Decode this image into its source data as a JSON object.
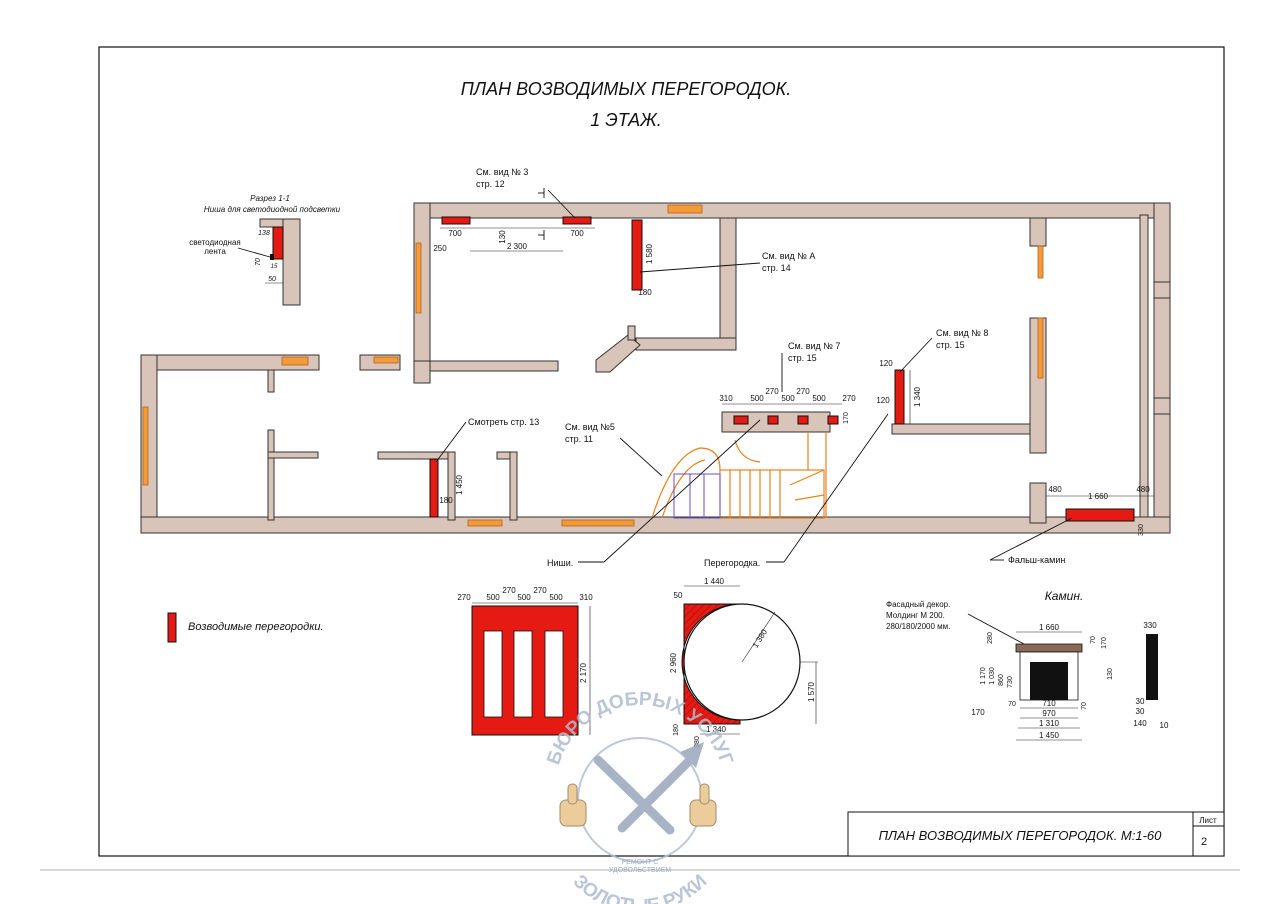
{
  "title": {
    "line1": "ПЛАН ВОЗВОДИМЫХ ПЕРЕГОРОДОК.",
    "line2": "1 ЭТАЖ."
  },
  "section": {
    "title": "Разрез 1-1",
    "subtitle": "Ниша для светодиодной подсветки",
    "led_label_1": "светодиодная",
    "led_label_2": "лента",
    "d138": "138",
    "d70": "70",
    "d15": "15",
    "d50": "50"
  },
  "callouts": {
    "view3": {
      "line1": "См. вид № 3",
      "line2": "стр. 12"
    },
    "viewA": {
      "line1": "См. вид № А",
      "line2": "стр. 14"
    },
    "view7": {
      "line1": "См. вид № 7",
      "line2": "стр. 15"
    },
    "view8": {
      "line1": "См. вид № 8",
      "line2": "стр. 15"
    },
    "view5": {
      "line1": "См. вид №5",
      "line2": "стр. 11"
    },
    "see13": "Смотреть стр. 13",
    "niches": "Ниши.",
    "partition": "Перегородка.",
    "false_fireplace": "Фальш-камин"
  },
  "plan_dims": {
    "d700a": "700",
    "d130": "130",
    "d700b": "700",
    "d2300": "2 300",
    "d250": "250",
    "d1580": "1 580",
    "d180a": "180",
    "d310": "310",
    "d500a": "500",
    "d270a": "270",
    "d270b": "270",
    "d500b": "500",
    "d500c": "500",
    "d270c": "270",
    "d170": "170",
    "d120a": "120",
    "d120b": "120",
    "d1340": "1 340",
    "d180b": "180",
    "d1450": "1 450",
    "d480a": "480",
    "d1660": "1 660",
    "d480b": "480",
    "d330": "330"
  },
  "legend": {
    "label": "Возводимые перегородки."
  },
  "niche_elev": {
    "d270a": "270",
    "d500a": "500",
    "d270b": "270",
    "d500b": "500",
    "d270c": "270",
    "d500c": "500",
    "d310": "310",
    "d2170": "2 170"
  },
  "arch_elev": {
    "d1440": "1 440",
    "d50": "50",
    "d2960": "2 960",
    "d1380": "1 380",
    "d1570": "1 570",
    "d180": "180",
    "d380": "380",
    "d1340": "1 340"
  },
  "fireplace": {
    "title": "Камин.",
    "decor1": "Фасадный декор.",
    "decor2": "Молдинг М 200.",
    "decor3": "280/180/2000 мм.",
    "d1660": "1 660",
    "d330": "330",
    "d280": "280",
    "d70a": "70",
    "d170a": "170",
    "d1170": "1 170",
    "d1030": "1 030",
    "d860": "860",
    "d730": "730",
    "d130": "130",
    "d70b": "70",
    "d710": "710",
    "d970": "970",
    "d1310": "1 310",
    "d1450": "1 450",
    "d170b": "170",
    "d70c": "70",
    "d30a": "30",
    "d30b": "30",
    "d140": "140",
    "d10": "10"
  },
  "stamp": {
    "ring_top": "БЮРО ДОБРЫХ УСЛУГ",
    "ring_bottom": "ЗОЛОТЫЕ РУКИ",
    "tag1": "РЕМОНТ С",
    "tag2": "УДОВОЛЬСТВИЕМ"
  },
  "title_block": {
    "name": "ПЛАН ВОЗВОДИМЫХ ПЕРЕГОРОДОК. М:1-60",
    "sheet_label": "Лист",
    "sheet_no": "2"
  },
  "colors": {
    "partition": "#e41a13",
    "wall": "#d8c4b8",
    "window": "#f39a3a"
  }
}
